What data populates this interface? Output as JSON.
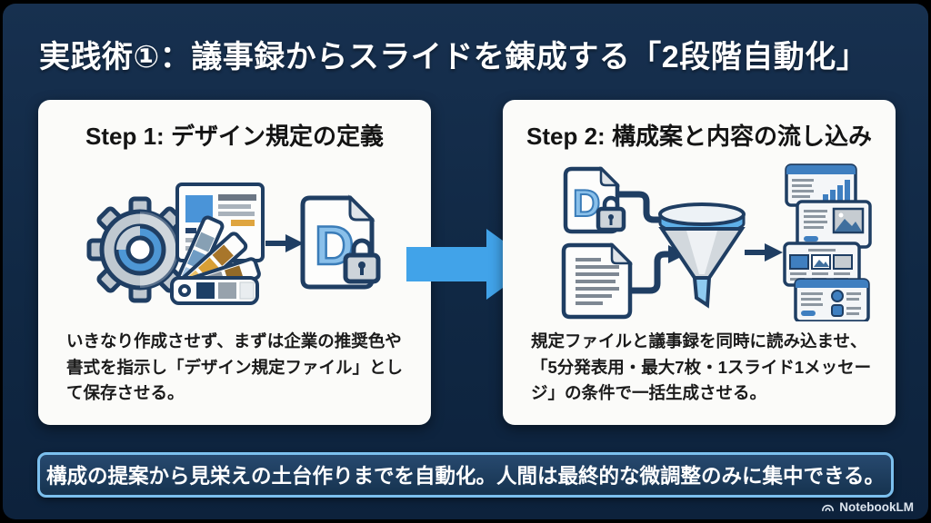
{
  "title": "実践術①：議事録からスライドを錬成する「2段階自動化」",
  "steps": [
    {
      "heading": "Step 1: デザイン規定の定義",
      "description": "いきなり作成させず、まずは企業の推奨色や書式を指示し「デザイン規定ファイル」として保存させる。",
      "file_letter": "D"
    },
    {
      "heading": "Step 2: 構成案と内容の流し込み",
      "description": "規定ファイルと議事録を同時に読み込ませ、「5分発表用・最大7枚・1スライド1メッセージ」の条件で一括生成させる。",
      "file_letter": "D"
    }
  ],
  "summary": "構成の提案から見栄えの土台作りまでを自動化。人間は最終的な微調整のみに集中できる。",
  "watermark": "NotebookLM",
  "colors": {
    "slide_background": "#102844",
    "card_background": "#fbfbf9",
    "flow_arrow_blue": "#41a3e9",
    "banner_border": "#7cc0ee",
    "icon_outline_navy": "#1f3e63",
    "icon_blue": "#4a94d8",
    "icon_gold": "#dfa53f"
  }
}
